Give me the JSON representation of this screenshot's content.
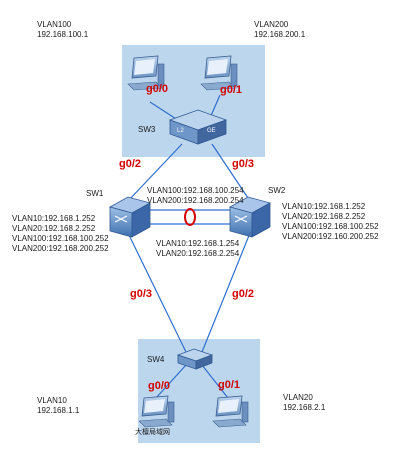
{
  "hosts": {
    "vlan100": {
      "vlan": "VLAN100",
      "ip": "192.168.100.1"
    },
    "vlan200": {
      "vlan": "VLAN200",
      "ip": "192.168.200.1"
    },
    "vlan10": {
      "vlan": "VLAN10",
      "ip": "192.168.1.1"
    },
    "vlan20": {
      "vlan": "VLAN20",
      "ip": "192.168.2.1"
    }
  },
  "devices": {
    "sw1": "SW1",
    "sw2": "SW2",
    "sw3": "SW3",
    "sw4": "SW4"
  },
  "sw3_faceplate": {
    "left": "L2",
    "right": "GE"
  },
  "ports": {
    "sw3_left": "g0/0",
    "sw3_right": "g0/1",
    "sw3_to_sw1": "g0/2",
    "sw3_to_sw2": "g0/3",
    "sw1_to_sw4": "g0/3",
    "sw2_to_sw4": "g0/2",
    "sw4_left": "g0/0",
    "sw4_right": "g0/1",
    "eth_trunk": "0"
  },
  "sw1_ips": [
    "VLAN10:192.168.1.252",
    "VLAN20:192.168.2.252",
    "VLAN100:192.168.100.252",
    "VLAN200:192.168.200.252"
  ],
  "sw2_ips": [
    "VLAN10:192.168.1.252",
    "VLAN20:192.168.2.252",
    "VLAN100:192.168.100.252",
    "VLAN200:192.160.200.252"
  ],
  "vip_top": [
    "VLAN100:192.168.100.254",
    "VLAN200:192.168.200.254"
  ],
  "vip_bottom": [
    "VLAN10:192.168.1.254",
    "VLAN20:192.168.2.254"
  ],
  "pc_caption": "大檀局域网",
  "colors": {
    "zone_fill": "#bcd6ee",
    "link": "#2f6fd0",
    "port": "#d40000",
    "trunk": "#d40000"
  }
}
